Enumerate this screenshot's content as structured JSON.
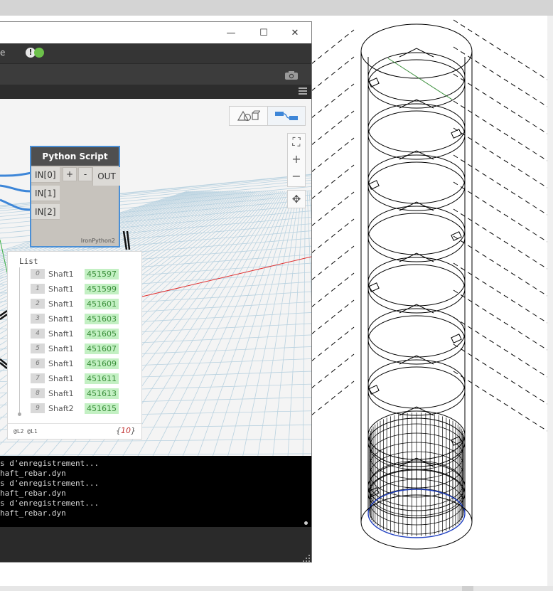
{
  "titlebar": {
    "minimize_glyph": "—",
    "maximize_glyph": "☐",
    "close_glyph": "✕"
  },
  "menubar": {
    "partial_item": "e",
    "warning_glyph": "!"
  },
  "node": {
    "title": "Python Script",
    "inputs": [
      "IN[0]",
      "IN[1]",
      "IN[2]"
    ],
    "add_label": "+",
    "remove_label": "-",
    "output": "OUT",
    "engine": "IronPython2"
  },
  "zoom": {
    "fit": "⛶",
    "zoom_in": "+",
    "zoom_out": "−",
    "pan": "✥"
  },
  "watch": {
    "title": "List",
    "items": [
      {
        "index": "0",
        "name": "Shaft1",
        "value": "451597"
      },
      {
        "index": "1",
        "name": "Shaft1",
        "value": "451599"
      },
      {
        "index": "2",
        "name": "Shaft1",
        "value": "451601"
      },
      {
        "index": "3",
        "name": "Shaft1",
        "value": "451603"
      },
      {
        "index": "4",
        "name": "Shaft1",
        "value": "451605"
      },
      {
        "index": "5",
        "name": "Shaft1",
        "value": "451607"
      },
      {
        "index": "6",
        "name": "Shaft1",
        "value": "451609"
      },
      {
        "index": "7",
        "name": "Shaft1",
        "value": "451611"
      },
      {
        "index": "8",
        "name": "Shaft1",
        "value": "451613"
      },
      {
        "index": "9",
        "name": "Shaft2",
        "value": "451615"
      }
    ],
    "levels": "@L2 @L1",
    "count_open": "{",
    "count": "10",
    "count_close": "}"
  },
  "console": {
    "lines": [
      "s d'enregistrement...",
      "haft_rebar.dyn",
      "s d'enregistrement...",
      "haft_rebar.dyn",
      "s d'enregistrement...",
      "haft_rebar.dyn"
    ]
  },
  "colors": {
    "node_border": "#4a8fd6",
    "wire": "#3d86d8",
    "value_bg": "#c3f0c3",
    "value_text": "#3a8f3a",
    "axis_red": "#e03030",
    "rebar_blue": "#1f3fbf"
  }
}
